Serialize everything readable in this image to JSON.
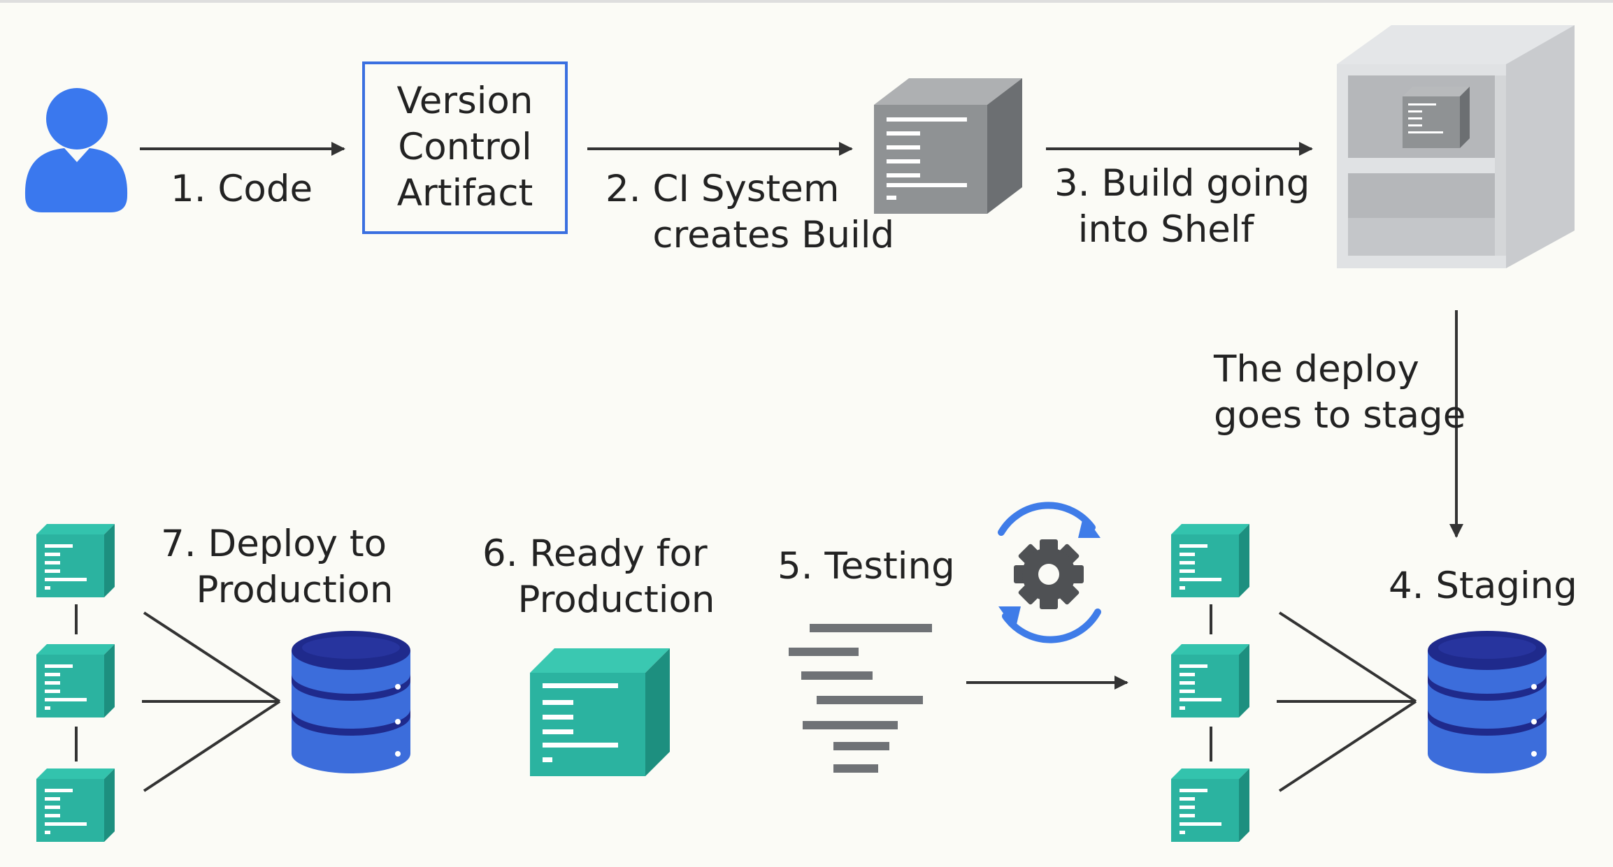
{
  "labels": {
    "vcs_box": "Version\nControl\nArtifact",
    "step1": "1. Code",
    "step2": "2. CI System\n    creates Build",
    "step3": "3. Build going\n  into Shelf",
    "deploy_stage": "The deploy\ngoes to stage",
    "step4": "4. Staging",
    "step5": "5. Testing",
    "step6": "6. Ready for\n   Production",
    "step7": "7. Deploy to\n   Production"
  },
  "colors": {
    "background": "#fbfbf6",
    "text": "#222222",
    "arrow": "#333333",
    "user_blue": "#3a78ee",
    "box_border": "#3a6fe0",
    "build_gray": "#8f9294",
    "server_teal": "#2bb3a0",
    "db_blue": "#3c6ddb",
    "db_navy": "#1f2a8c",
    "gear_gray": "#4f5154",
    "cycle_blue": "#3f7ce8"
  },
  "icons": {
    "user": "user-icon",
    "build": "build-cube-icon",
    "shelf": "shelf-icon",
    "server": "server-cube-icon",
    "database": "database-icon",
    "gear": "gear-icon",
    "cycle": "cycle-arrows-icon",
    "test_bars": "test-bars-icon",
    "ready_build": "ready-build-icon"
  }
}
